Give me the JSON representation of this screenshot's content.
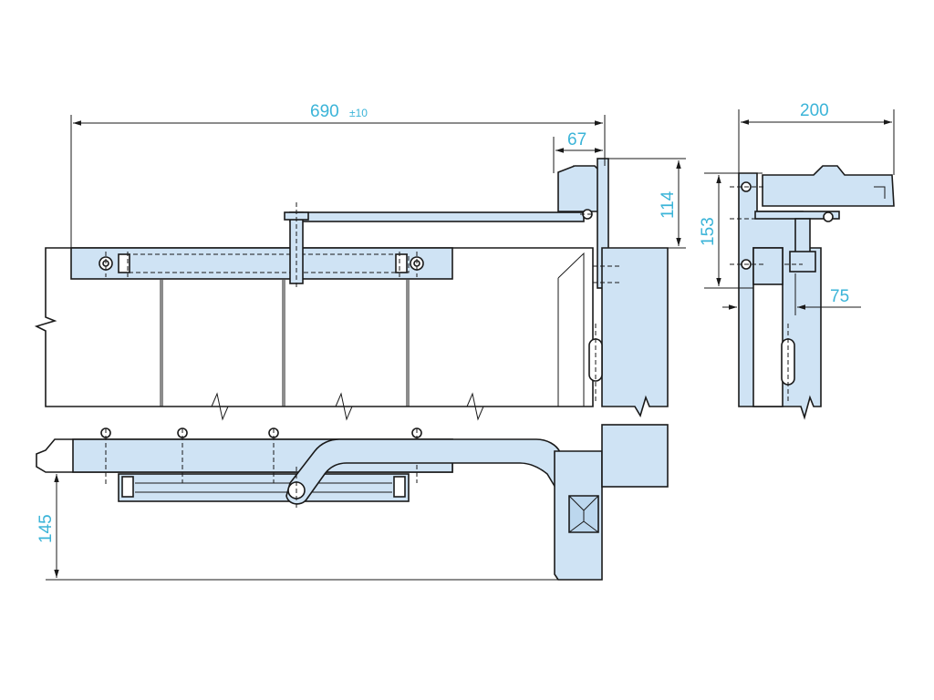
{
  "dimensions": {
    "overall_length": "690",
    "overall_length_tol": "±10",
    "offset_top": "67",
    "height_front": "114",
    "side_width": "200",
    "side_height": "153",
    "side_offset": "75",
    "bottom_height": "145"
  },
  "colors": {
    "fill": "#cfe3f4",
    "dimension_text": "#3bb4d8",
    "line": "#1a1a1a"
  }
}
